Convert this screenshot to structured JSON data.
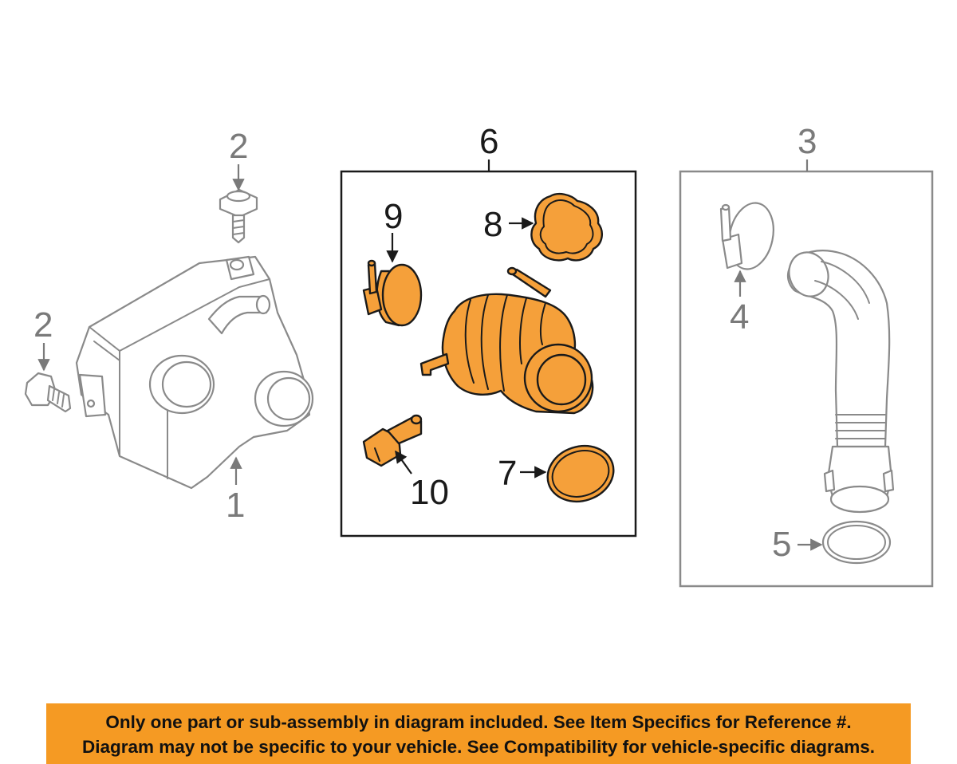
{
  "callouts": {
    "c1": "1",
    "c2_top": "2",
    "c2_left": "2",
    "c3": "3",
    "c4": "4",
    "c5": "5",
    "c6": "6",
    "c7": "7",
    "c8": "8",
    "c9": "9",
    "c10": "10"
  },
  "notice": {
    "line1": "Only one part or sub-assembly in diagram included. See Item Specifics for Reference #.",
    "line2": "Diagram may not be specific to your vehicle. See Compatibility for vehicle-specific diagrams."
  },
  "colors": {
    "highlight": "#f5a03a",
    "banner": "#f59a23",
    "outline_grey": "#8a8a8a",
    "outline_dark": "#1a1a1a"
  }
}
